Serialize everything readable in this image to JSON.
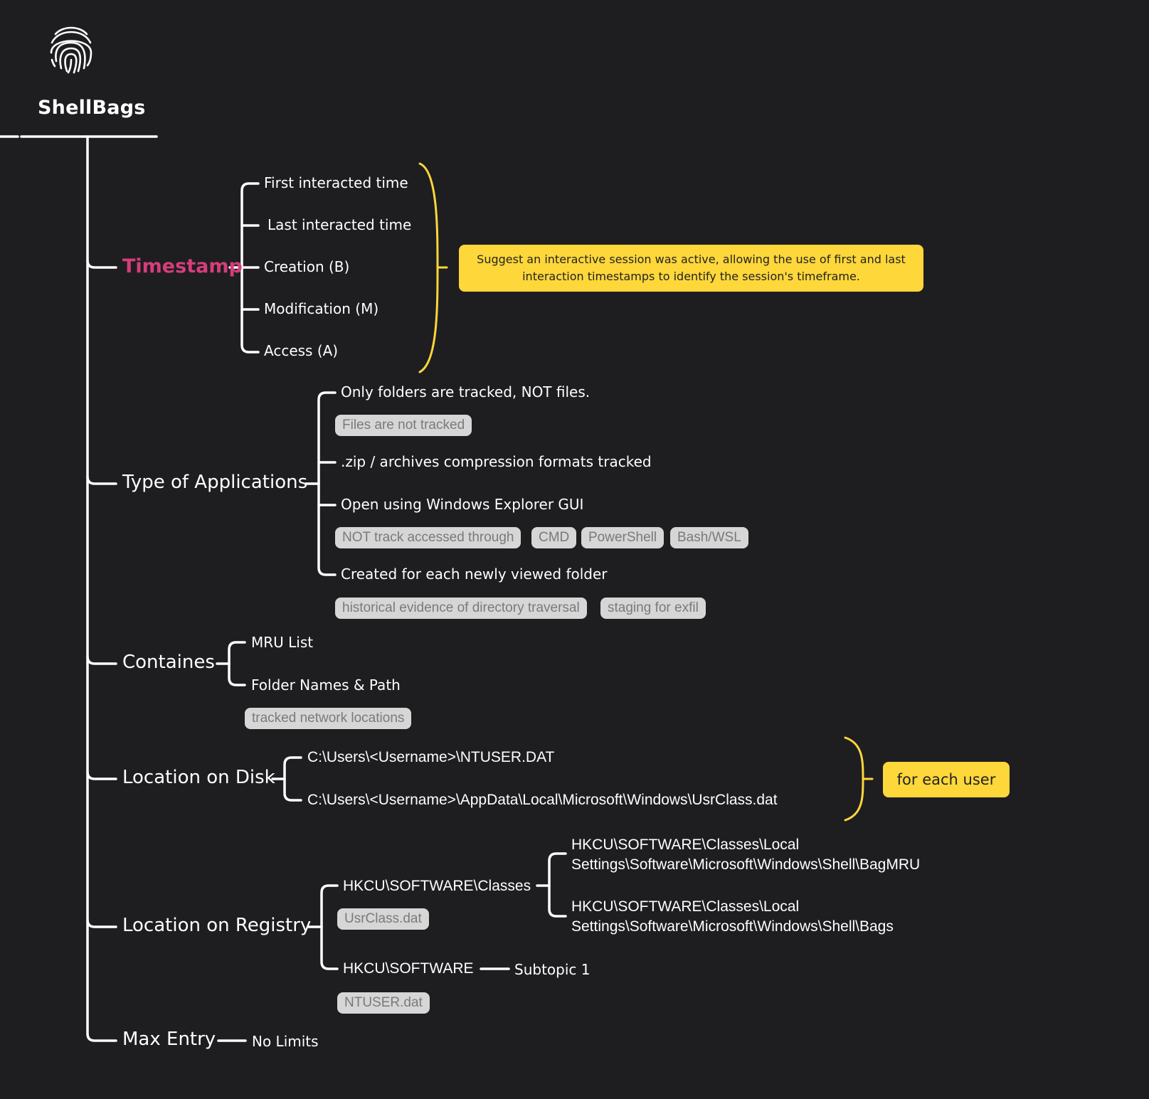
{
  "root": {
    "title": "ShellBags",
    "icon": "fingerprint-icon"
  },
  "branches": {
    "timestamp": {
      "label": "Timestamp",
      "color": "#d63d7a",
      "items": [
        "First interacted time",
        "Last interacted time",
        "Creation (B)",
        "Modification (M)",
        "Access (A)"
      ],
      "note": "Suggest an interactive session was active, allowing the use of first and last interaction timestamps to identify the session's timeframe."
    },
    "applications": {
      "label": "Type of Applications",
      "items": [
        {
          "text": "Only folders are tracked, NOT files.",
          "tags": [
            "Files are not tracked"
          ]
        },
        {
          "text": ".zip / archives compression formats tracked",
          "tags": []
        },
        {
          "text": "Open using  Windows Explorer GUI",
          "tags": [
            "NOT track accessed through",
            "CMD",
            "PowerShell",
            "Bash/WSL"
          ]
        },
        {
          "text": "Created for each newly viewed folder",
          "tags": [
            "historical evidence of directory traversal",
            "staging for exfil"
          ]
        }
      ]
    },
    "contains": {
      "label": "Containes",
      "items": [
        "MRU List",
        "Folder Names & Path"
      ],
      "tags": [
        "tracked network locations"
      ]
    },
    "disk": {
      "label": "Location on Disk",
      "items": [
        "C:\\Users\\<Username>\\NTUSER.DAT",
        "C:\\Users\\<Username>\\AppData\\Local\\Microsoft\\Windows\\UsrClass.dat"
      ],
      "note": "for each user"
    },
    "registry": {
      "label": "Location on Registry",
      "items": [
        {
          "text": "HKCU\\SOFTWARE\\Classes",
          "tag": "UsrClass.dat",
          "children": [
            [
              "HKCU\\SOFTWARE\\Classes\\Local",
              "Settings\\Software\\Microsoft\\Windows\\Shell\\BagMRU"
            ],
            [
              "HKCU\\SOFTWARE\\Classes\\Local",
              "Settings\\Software\\Microsoft\\Windows\\Shell\\Bags"
            ]
          ]
        },
        {
          "text": "HKCU\\SOFTWARE",
          "tag": "NTUSER.dat",
          "children": [
            [
              "Subtopic 1"
            ]
          ]
        }
      ]
    },
    "max_entry": {
      "label": "Max Entry",
      "items": [
        "No Limits"
      ]
    }
  },
  "colors": {
    "background": "#1e1e21",
    "line": "#ffffff",
    "accent": "#fed73a",
    "tag_bg": "#d6d6d6",
    "tag_text": "#7a7a7a"
  }
}
